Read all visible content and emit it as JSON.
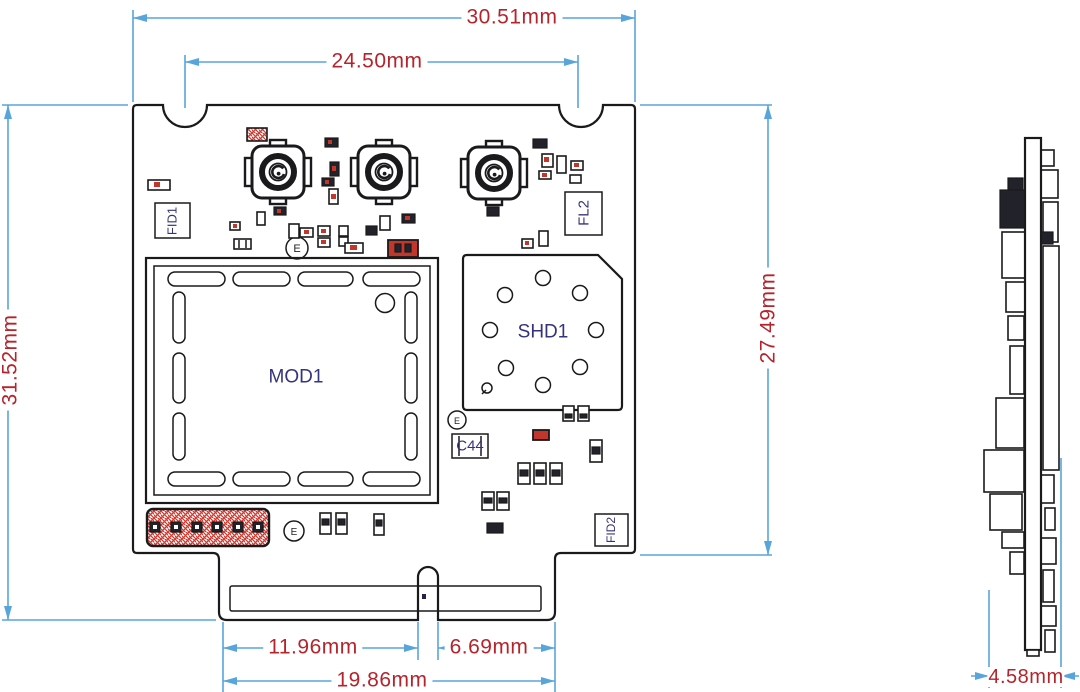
{
  "drawing": {
    "dimensions": {
      "top_width": "30.51mm",
      "notch_span": "24.50mm",
      "left_height": "31.52mm",
      "right_height": "27.49mm",
      "tab_left": "11.96mm",
      "tab_right": "6.69mm",
      "tab_total": "19.86mm",
      "thickness": "4.58mm"
    },
    "refdes": {
      "module": "MOD1",
      "shield": "SHD1",
      "capacitor": "C44",
      "fiducial_1": "FID1",
      "filter": "FL2",
      "fiducial_2": "FID2"
    },
    "marks": {
      "circle_letter": "E"
    },
    "colors": {
      "dimension_line": "#58a5dc",
      "dimension_text": "#b5242c",
      "refdes_text": "#34347c",
      "outline": "#1a1a1c",
      "component_accent": "#c2362c"
    }
  }
}
